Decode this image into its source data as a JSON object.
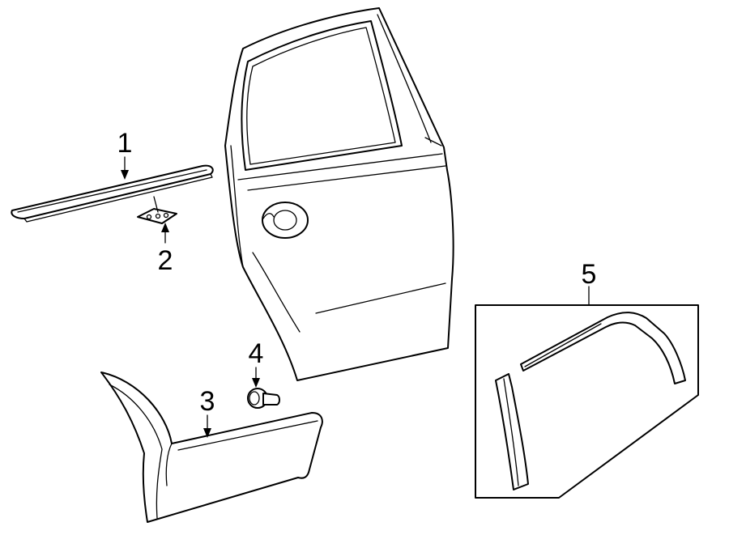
{
  "callouts": {
    "c1": "1",
    "c2": "2",
    "c3": "3",
    "c4": "4",
    "c5": "5"
  },
  "colors": {
    "stroke": "#000000",
    "background": "#ffffff"
  }
}
